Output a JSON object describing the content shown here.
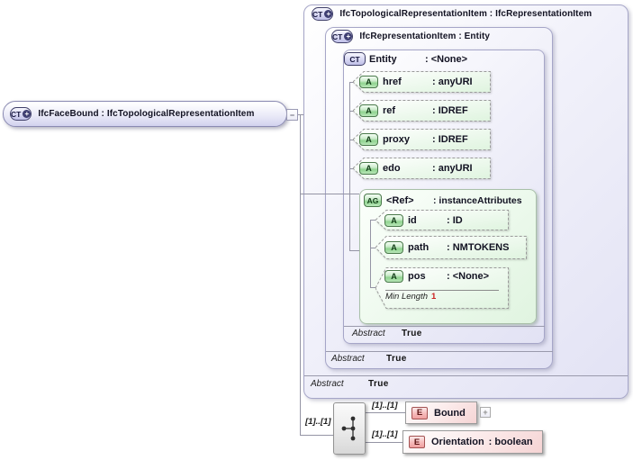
{
  "icons": {
    "badge_plus": "+",
    "collapse": "−",
    "expand": "+"
  },
  "colors": {
    "lavender_box": "#e2e2f4",
    "attribute_green": "#dff4df",
    "element_pink": "#f5d4d4",
    "facet_value_red": "#cc2222",
    "connector_gray": "#9494a4"
  },
  "root": {
    "icon_label": "CT",
    "title": "IfcFaceBound : IfcTopologicalRepresentationItem"
  },
  "outer": {
    "icon_label": "CT",
    "title": "IfcTopologicalRepresentationItem : IfcRepresentationItem",
    "abstract_label": "Abstract",
    "abstract_value": "True"
  },
  "repr": {
    "icon_label": "CT",
    "title": "IfcRepresentationItem : Entity",
    "abstract_label": "Abstract",
    "abstract_value": "True"
  },
  "entity": {
    "icon_label": "CT",
    "name": "Entity",
    "type": ": <None>",
    "abstract_label": "Abstract",
    "abstract_value": "True"
  },
  "attributes": [
    {
      "icon_label": "A",
      "name": "href",
      "type": ": anyURI"
    },
    {
      "icon_label": "A",
      "name": "ref",
      "type": ": IDREF"
    },
    {
      "icon_label": "A",
      "name": "proxy",
      "type": ": IDREF"
    },
    {
      "icon_label": "A",
      "name": "edo",
      "type": ": anyURI"
    }
  ],
  "attribute_group": {
    "icon_label": "AG",
    "name": "<Ref>",
    "type": ": instanceAttributes",
    "attributes": [
      {
        "icon_label": "A",
        "name": "id",
        "type": ": ID"
      },
      {
        "icon_label": "A",
        "name": "path",
        "type": ": NMTOKENS"
      },
      {
        "icon_label": "A",
        "name": "pos",
        "type": ": <None>",
        "facet_label": "Min Length",
        "facet_value": "1"
      }
    ]
  },
  "content_model": {
    "cardinality": "[1]..[1]",
    "elements": [
      {
        "icon_label": "E",
        "name": "Bound",
        "cardinality": "[1]..[1]"
      },
      {
        "icon_label": "E",
        "name": "Orientation",
        "type": ": boolean",
        "cardinality": "[1]..[1]"
      }
    ]
  }
}
